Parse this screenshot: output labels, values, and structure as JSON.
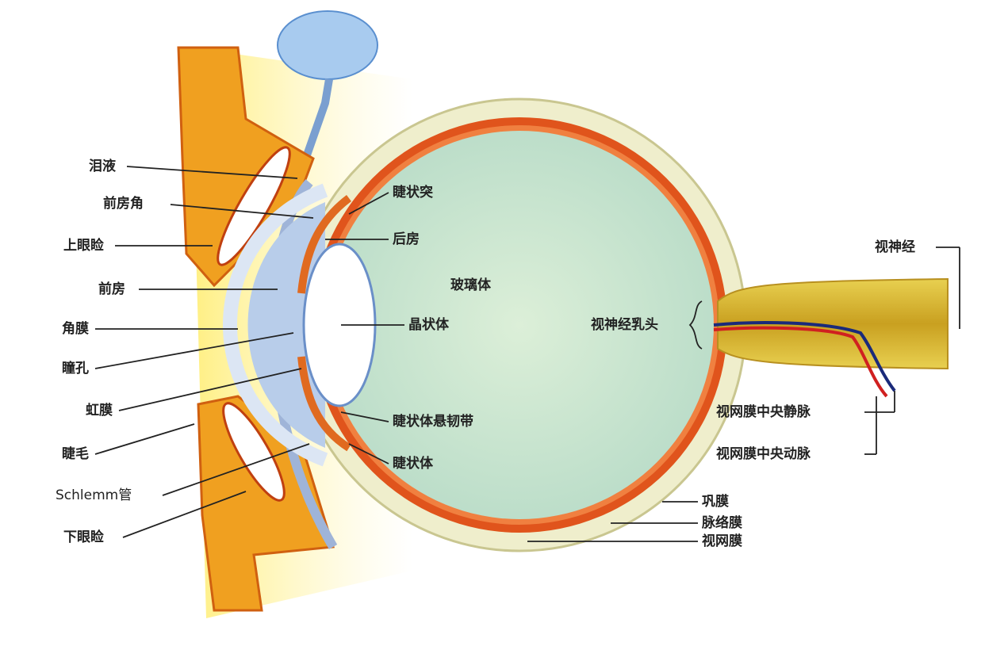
{
  "title": "眼球结构",
  "labels_left": {
    "tears": "泪液",
    "anterior_chamber_angle": "前房角",
    "upper_eyelid": "上眼睑",
    "anterior_chamber": "前房",
    "cornea": "角膜",
    "pupil": "瞳孔",
    "iris": "虹膜",
    "eyelash": "睫毛",
    "schlemm_canal": "Schlemm管",
    "lower_eyelid": "下眼睑"
  },
  "labels_center": {
    "ciliary_process": "睫状突",
    "posterior_chamber": "后房",
    "vitreous_body": "玻璃体",
    "lens": "晶状体",
    "zonule": "睫状体悬韧带",
    "ciliary_body": "睫状体"
  },
  "labels_right": {
    "optic_nerve": "视神经",
    "optic_disc": "视神经乳头",
    "central_retinal_vein": "视网膜中央静脉",
    "central_retinal_artery": "视网膜中央动脉",
    "sclera": "巩膜",
    "choroid": "脉络膜",
    "retina": "视网膜"
  },
  "colors": {
    "sclera": "#efeecc",
    "choroid": "#e0541c",
    "vitreous": "#cfe6d2",
    "lid": "#f0a020",
    "glow": "#ffe560",
    "cornea": "#c8d8ee",
    "nerve": "#d9b52a"
  }
}
